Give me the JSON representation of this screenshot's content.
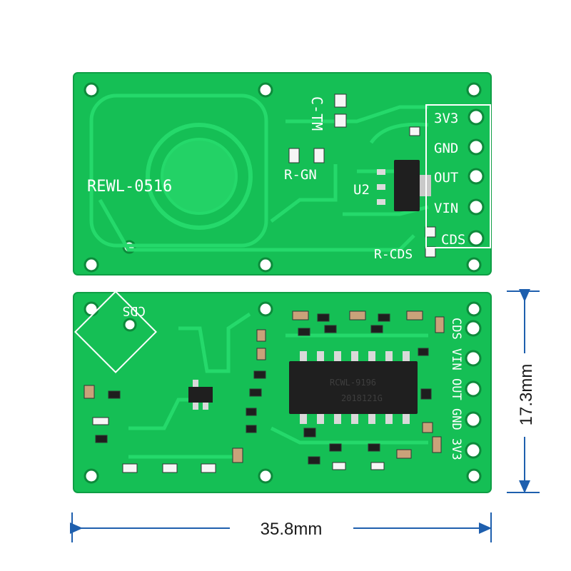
{
  "board_top": {
    "model_label": "REWL-0516",
    "c_tm_label": "C-TM",
    "r_gn_label": "R-GN",
    "u2_label": "U2",
    "r_cds_label": "R-CDS",
    "pins": [
      "3V3",
      "GND",
      "OUT",
      "VIN",
      "CDS"
    ]
  },
  "board_bottom": {
    "cds_label": "CDS",
    "chip_line1": "RCWL-9196",
    "chip_line2": "2018121G",
    "pins": [
      "CDS",
      "VIN",
      "OUT",
      "GND",
      "3V3"
    ]
  },
  "dimensions": {
    "width_label": "35.8mm",
    "height_label": "17.3mm",
    "color": "#1e5fae"
  },
  "colors": {
    "pcb": "#17c45a",
    "pcb_dark": "#0fa94b",
    "trace": "#22d166",
    "silk": "#ffffff"
  }
}
